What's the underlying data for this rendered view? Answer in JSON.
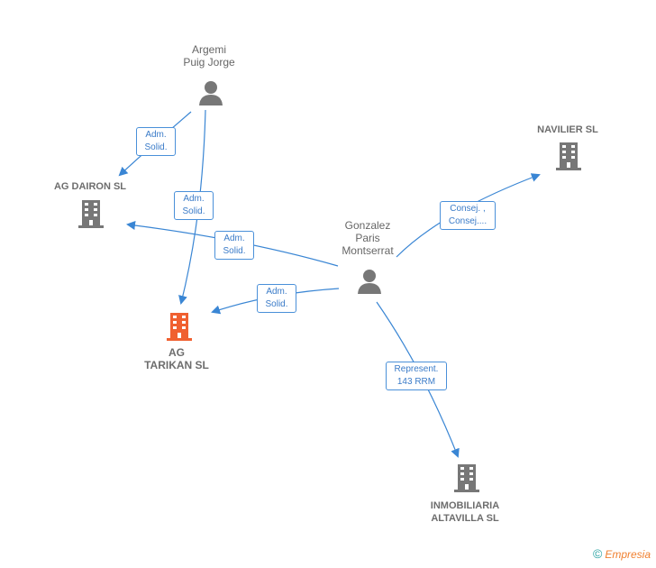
{
  "nodes": {
    "argemi": {
      "label": "Argemi\nPuig Jorge",
      "kind": "person"
    },
    "gonzalez": {
      "label": "Gonzalez\nParis\nMontserrat",
      "kind": "person"
    },
    "ag_dairon": {
      "label": "AG DAIRON  SL",
      "kind": "company"
    },
    "ag_tarikan": {
      "label": "AG\nTARIKAN  SL",
      "kind": "company-focus"
    },
    "navilier": {
      "label": "NAVILIER SL",
      "kind": "company"
    },
    "inmobiliaria": {
      "label": "INMOBILIARIA\nALTAVILLA SL",
      "kind": "company"
    }
  },
  "edges": [
    {
      "from": "argemi",
      "to": "ag_dairon",
      "label": "Adm.\nSolid."
    },
    {
      "from": "argemi",
      "to": "ag_tarikan",
      "label": "Adm.\nSolid."
    },
    {
      "from": "gonzalez",
      "to": "ag_dairon",
      "label": "Adm.\nSolid."
    },
    {
      "from": "gonzalez",
      "to": "ag_tarikan",
      "label": "Adm.\nSolid."
    },
    {
      "from": "gonzalez",
      "to": "navilier",
      "label": "Consej. ,\nConsej...."
    },
    {
      "from": "gonzalez",
      "to": "inmobiliaria",
      "label": "Represent.\n143 RRM"
    }
  ],
  "colors": {
    "edge": "#3a86d4",
    "person": "#777777",
    "company": "#777777",
    "focus": "#f06030"
  },
  "brand": {
    "copyright": "©",
    "name": "Empresia"
  }
}
